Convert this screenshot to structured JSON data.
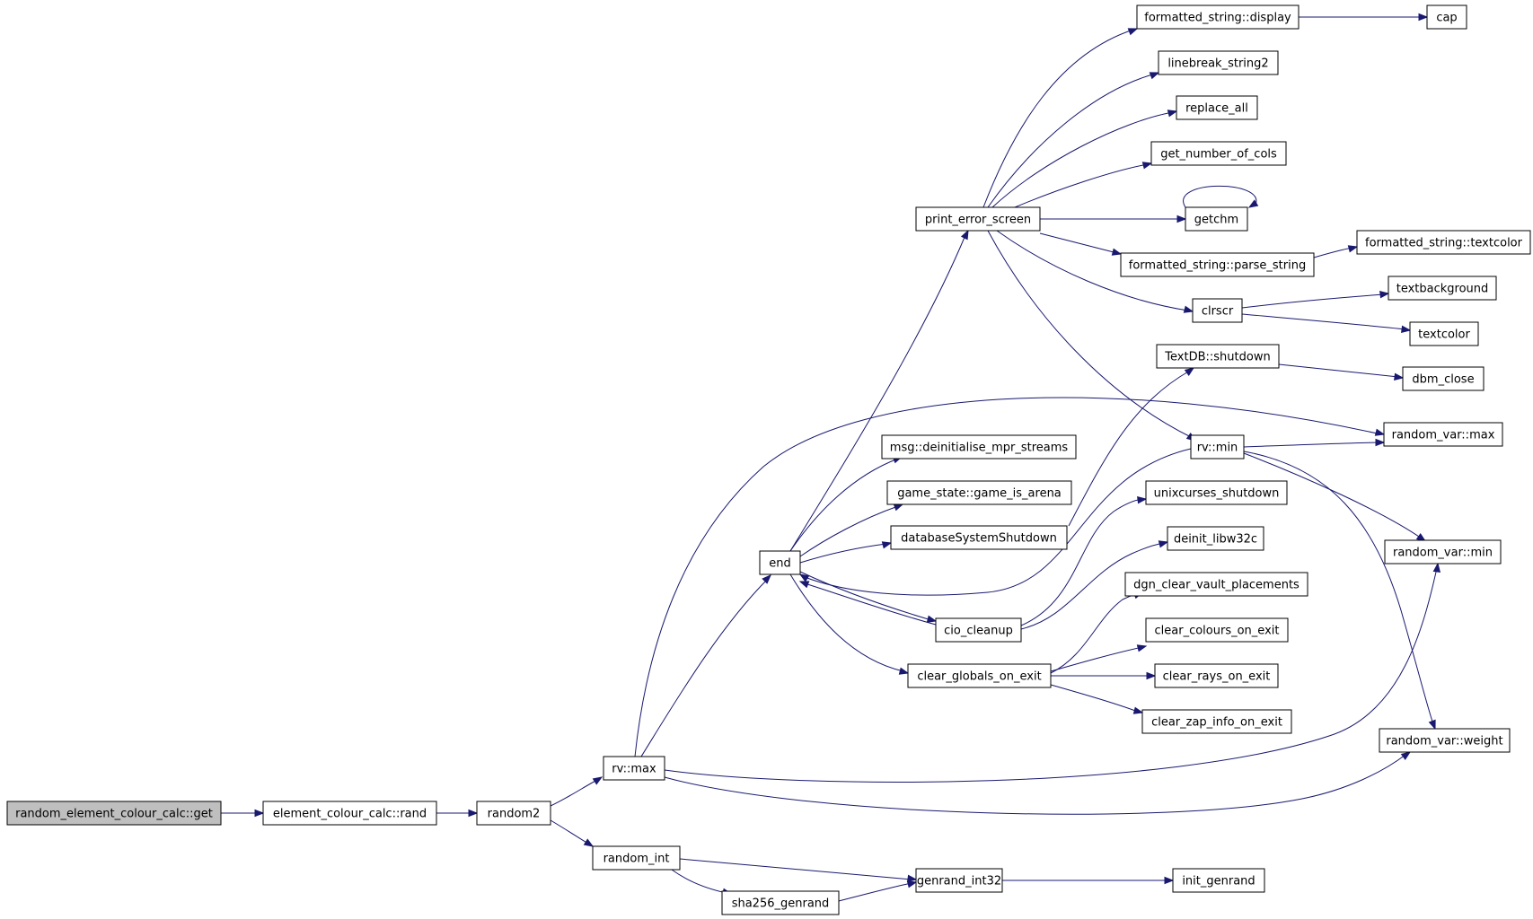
{
  "diagram": {
    "type": "call-graph",
    "colors": {
      "edge": "#191970",
      "root_fill": "#bfbfbf",
      "node_fill": "#ffffff",
      "node_border": "#000000"
    },
    "nodes": [
      {
        "id": "root",
        "label": "random_element_colour_calc::get",
        "highlighted": true
      },
      {
        "id": "ecc_rand",
        "label": "element_colour_calc::rand"
      },
      {
        "id": "random2",
        "label": "random2"
      },
      {
        "id": "rvmax",
        "label": "rv::max"
      },
      {
        "id": "random_int",
        "label": "random_int"
      },
      {
        "id": "sha256",
        "label": "sha256_genrand"
      },
      {
        "id": "genrand",
        "label": "genrand_int32"
      },
      {
        "id": "init_genrand",
        "label": "init_genrand"
      },
      {
        "id": "end",
        "label": "end"
      },
      {
        "id": "pes",
        "label": "print_error_screen"
      },
      {
        "id": "msg",
        "label": "msg::deinitialise_mpr_streams"
      },
      {
        "id": "gsa",
        "label": "game_state::game_is_arena"
      },
      {
        "id": "dbs",
        "label": "databaseSystemShutdown"
      },
      {
        "id": "cio",
        "label": "cio_cleanup"
      },
      {
        "id": "cgoe",
        "label": "clear_globals_on_exit"
      },
      {
        "id": "fsd",
        "label": "formatted_string::display"
      },
      {
        "id": "cap",
        "label": "cap"
      },
      {
        "id": "lbs",
        "label": "linebreak_string2"
      },
      {
        "id": "repl",
        "label": "replace_all"
      },
      {
        "id": "gnc",
        "label": "get_number_of_cols"
      },
      {
        "id": "getchm",
        "label": "getchm"
      },
      {
        "id": "fsps",
        "label": "formatted_string::parse_string"
      },
      {
        "id": "fstc",
        "label": "formatted_string::textcolor"
      },
      {
        "id": "clrscr",
        "label": "clrscr"
      },
      {
        "id": "tbg",
        "label": "textbackground"
      },
      {
        "id": "tcol",
        "label": "textcolor"
      },
      {
        "id": "tdb",
        "label": "TextDB::shutdown"
      },
      {
        "id": "dbm",
        "label": "dbm_close"
      },
      {
        "id": "rvmin",
        "label": "rv::min"
      },
      {
        "id": "rvarmax",
        "label": "random_var::max"
      },
      {
        "id": "ucs",
        "label": "unixcurses_shutdown"
      },
      {
        "id": "dlw",
        "label": "deinit_libw32c"
      },
      {
        "id": "rvarmin",
        "label": "random_var::min"
      },
      {
        "id": "dgn",
        "label": "dgn_clear_vault_placements"
      },
      {
        "id": "ccoe",
        "label": "clear_colours_on_exit"
      },
      {
        "id": "croe",
        "label": "clear_rays_on_exit"
      },
      {
        "id": "czie",
        "label": "clear_zap_info_on_exit"
      },
      {
        "id": "rvw",
        "label": "random_var::weight"
      }
    ],
    "edges": [
      {
        "from": "root",
        "to": "ecc_rand"
      },
      {
        "from": "ecc_rand",
        "to": "random2"
      },
      {
        "from": "random2",
        "to": "rvmax"
      },
      {
        "from": "random2",
        "to": "random_int"
      },
      {
        "from": "rvmax",
        "to": "end"
      },
      {
        "from": "rvmax",
        "to": "rvarmax"
      },
      {
        "from": "rvmax",
        "to": "rvarmin"
      },
      {
        "from": "rvmax",
        "to": "rvw"
      },
      {
        "from": "random_int",
        "to": "genrand"
      },
      {
        "from": "random_int",
        "to": "sha256"
      },
      {
        "from": "sha256",
        "to": "genrand"
      },
      {
        "from": "genrand",
        "to": "init_genrand"
      },
      {
        "from": "end",
        "to": "pes"
      },
      {
        "from": "end",
        "to": "msg"
      },
      {
        "from": "end",
        "to": "gsa"
      },
      {
        "from": "end",
        "to": "dbs"
      },
      {
        "from": "end",
        "to": "cio"
      },
      {
        "from": "end",
        "to": "cgoe"
      },
      {
        "from": "pes",
        "to": "fsd"
      },
      {
        "from": "pes",
        "to": "lbs"
      },
      {
        "from": "pes",
        "to": "repl"
      },
      {
        "from": "pes",
        "to": "gnc"
      },
      {
        "from": "pes",
        "to": "getchm"
      },
      {
        "from": "pes",
        "to": "fsps"
      },
      {
        "from": "pes",
        "to": "clrscr"
      },
      {
        "from": "pes",
        "to": "rvmin"
      },
      {
        "from": "fsd",
        "to": "cap"
      },
      {
        "from": "getchm",
        "to": "getchm"
      },
      {
        "from": "fsps",
        "to": "fstc"
      },
      {
        "from": "clrscr",
        "to": "tbg"
      },
      {
        "from": "clrscr",
        "to": "tcol"
      },
      {
        "from": "dbs",
        "to": "tdb"
      },
      {
        "from": "tdb",
        "to": "dbm"
      },
      {
        "from": "rvmin",
        "to": "end"
      },
      {
        "from": "rvmin",
        "to": "rvarmax"
      },
      {
        "from": "rvmin",
        "to": "rvarmin"
      },
      {
        "from": "rvmin",
        "to": "rvw"
      },
      {
        "from": "cio",
        "to": "ucs"
      },
      {
        "from": "cio",
        "to": "dlw"
      },
      {
        "from": "cio",
        "to": "end"
      },
      {
        "from": "cgoe",
        "to": "dgn"
      },
      {
        "from": "cgoe",
        "to": "ccoe"
      },
      {
        "from": "cgoe",
        "to": "croe"
      },
      {
        "from": "cgoe",
        "to": "czie"
      }
    ]
  }
}
